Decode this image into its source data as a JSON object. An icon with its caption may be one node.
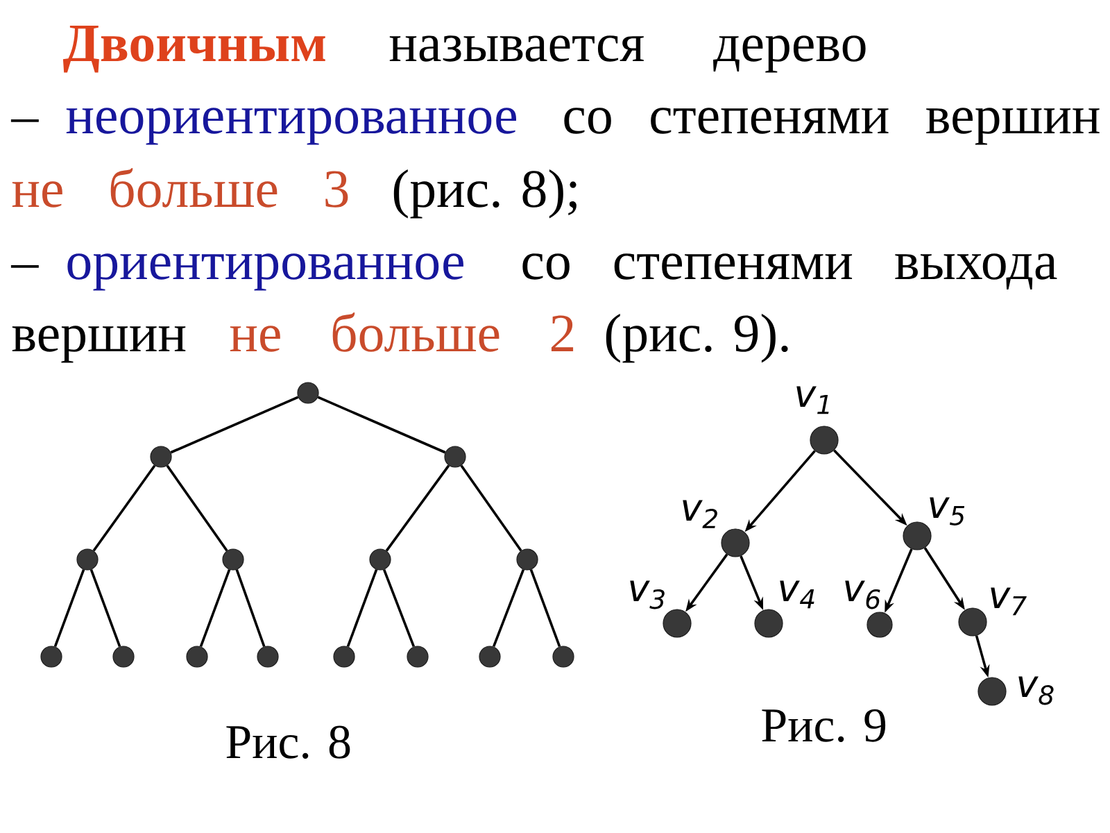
{
  "diagram": {
    "nodes": [
      {
        "text": [],
        "shape": "circle"
      },
      {
        "text": [],
        "shape": "circle"
      },
      {
        "text": [],
        "shape": "circle"
      },
      {
        "text": [],
        "shape": "circle"
      },
      {
        "text": [],
        "shape": "circle"
      },
      {
        "text": [],
        "shape": "circle"
      },
      {
        "text": [],
        "shape": "circle"
      },
      {
        "text": [],
        "shape": "circle"
      },
      {
        "text": [],
        "shape": "circle"
      },
      {
        "text": [],
        "shape": "circle"
      },
      {
        "text": [],
        "shape": "circle"
      },
      {
        "text": [],
        "shape": "circle"
      },
      {
        "text": [],
        "shape": "circle"
      },
      {
        "text": [],
        "shape": "circle"
      },
      {
        "text": [],
        "shape": "circle"
      },
      {
        "text": [],
        "shape": "circle",
        "beside": [
          "v$_{1}$"
        ]
      },
      {
        "text": [],
        "shape": "circle",
        "beside": [
          "v$_{2}$"
        ]
      },
      {
        "text": [],
        "shape": "circle",
        "beside": [
          "v$_{3}$"
        ]
      },
      {
        "text": [],
        "shape": "circle",
        "beside": [
          "v$_{4}$"
        ]
      },
      {
        "text": [],
        "shape": "circle",
        "beside": [
          "v$_{5}$"
        ]
      },
      {
        "text": [],
        "shape": "circle",
        "beside": [
          "v$_{6}$"
        ]
      },
      {
        "text": [],
        "shape": "circle",
        "beside": [
          "v$_{7}$"
        ]
      },
      {
        "text": [],
        "shape": "circle",
        "beside": [
          "v$_{8}$"
        ]
      }
    ],
    "edges": [
      {
        "from": 0,
        "to": 1,
        "arrow": "none"
      },
      {
        "from": 0,
        "to": 2,
        "arrow": "none"
      },
      {
        "from": 1,
        "to": 3,
        "arrow": "none"
      },
      {
        "from": 1,
        "to": 4,
        "arrow": "none"
      },
      {
        "from": 2,
        "to": 5,
        "arrow": "none"
      },
      {
        "from": 2,
        "to": 6,
        "arrow": "none"
      },
      {
        "from": 3,
        "to": 7,
        "arrow": "none"
      },
      {
        "from": 3,
        "to": 8,
        "arrow": "none"
      },
      {
        "from": 4,
        "to": 9,
        "arrow": "none"
      },
      {
        "from": 4,
        "to": 10,
        "arrow": "none"
      },
      {
        "from": 5,
        "to": 11,
        "arrow": "none"
      },
      {
        "from": 5,
        "to": 12,
        "arrow": "none"
      },
      {
        "from": 6,
        "to": 13,
        "arrow": "none"
      },
      {
        "from": 6,
        "to": 14,
        "arrow": "none"
      },
      {
        "from": 15,
        "to": 16,
        "arrow": "to"
      },
      {
        "from": 15,
        "to": 19,
        "arrow": "to"
      },
      {
        "from": 16,
        "to": 17,
        "arrow": "to"
      },
      {
        "from": 16,
        "to": 18,
        "arrow": "to"
      },
      {
        "from": 19,
        "to": 20,
        "arrow": "to"
      },
      {
        "from": 19,
        "to": 21,
        "arrow": "to"
      },
      {
        "from": 21,
        "to": 22,
        "arrow": "to"
      }
    ],
    "labels": [
      "Двоичным",
      "называется дерево",
      "–",
      "неориентированное",
      "со степенями вершин",
      "не больше 3",
      "(рис. 8);",
      "–",
      "ориентированное",
      "со степенями выхода",
      "вершин",
      "не больше 2",
      "(рис. 9).",
      "Рис. 8",
      "Рис. 9"
    ]
  }
}
